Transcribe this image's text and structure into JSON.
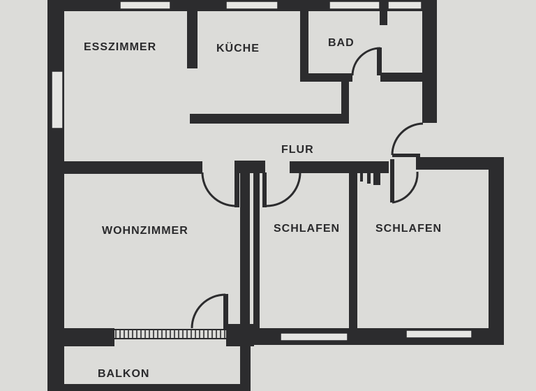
{
  "floor_plan": {
    "rooms": {
      "esszimmer": "ESSZIMMER",
      "kueche": "KÜCHE",
      "bad": "BAD",
      "flur": "FLUR",
      "wohnzimmer": "WOHNZIMMER",
      "schlafen_1": "SCHLAFEN",
      "schlafen_2": "SCHLAFEN",
      "balkon": "BALKON"
    },
    "colors": {
      "paper": "#dcdcd9",
      "wall": "#2c2c2e"
    }
  }
}
